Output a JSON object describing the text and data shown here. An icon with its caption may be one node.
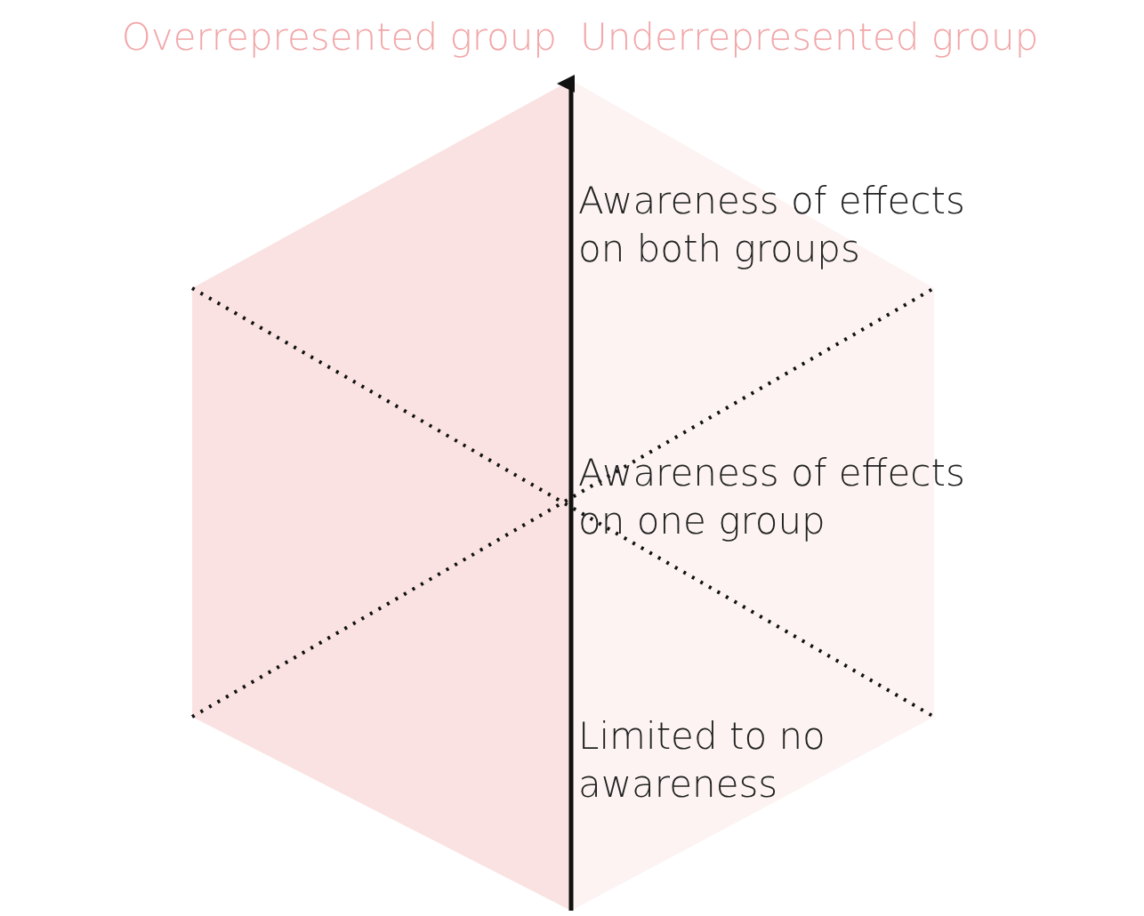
{
  "diagram": {
    "labels": [
      "Overrepresented group",
      "Underrepresented group",
      "Awareness of effects on both groups",
      "Awareness of effects on one group",
      "Limited to no awareness"
    ]
  }
}
